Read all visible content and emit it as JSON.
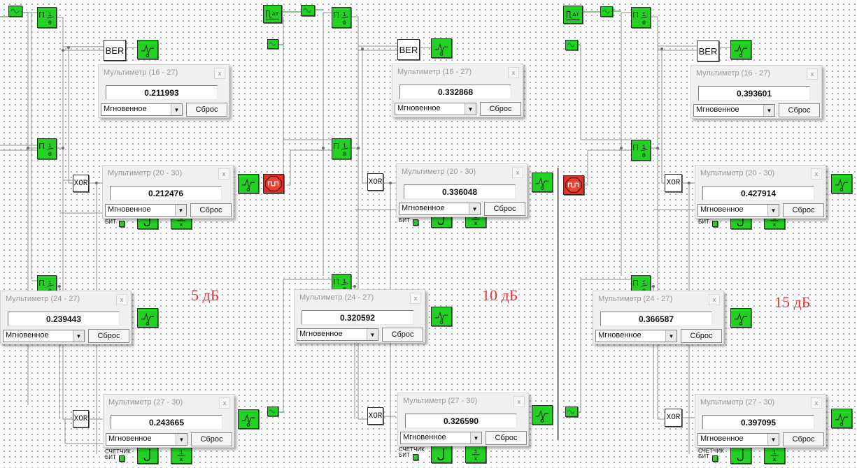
{
  "block_labels": {
    "ber": "BER",
    "xor": "XOR",
    "counter_top": "СЧЕТЧИК",
    "counter_bottom": "БИТ",
    "converter": "1/0"
  },
  "multimeters": [
    {
      "title": "Мультиметр (16 - 27)",
      "value": "0.211993",
      "mode": "Мгновенное",
      "reset": "Сброс",
      "close": "x"
    },
    {
      "title": "Мультиметр (20 - 30)",
      "value": "0.212476",
      "mode": "Мгновенное",
      "reset": "Сброс",
      "close": "x"
    },
    {
      "title": "Мультиметр (24 - 27)",
      "value": "0.239443",
      "mode": "Мгновенное",
      "reset": "Сброс",
      "close": "x"
    },
    {
      "title": "Мультиметр (27 - 30)",
      "value": "0.243665",
      "mode": "Мгновенное",
      "reset": "Сброс",
      "close": "x"
    },
    {
      "title": "Мультиметр (16 - 27)",
      "value": "0.332868",
      "mode": "Мгновенное",
      "reset": "Сброс",
      "close": "x"
    },
    {
      "title": "Мультиметр (20 - 30)",
      "value": "0.336048",
      "mode": "Мгновенное",
      "reset": "Сброс",
      "close": "x"
    },
    {
      "title": "Мультиметр (24 - 27)",
      "value": "0.320592",
      "mode": "Мгновенное",
      "reset": "Сброс",
      "close": "x"
    },
    {
      "title": "Мультиметр (27 - 30)",
      "value": "0.326590",
      "mode": "Мгновенное",
      "reset": "Сброс",
      "close": "x"
    },
    {
      "title": "Мультиметр (16 - 27)",
      "value": "0.393601",
      "mode": "Мгновенное",
      "reset": "Сброс",
      "close": "x"
    },
    {
      "title": "Мультиметр (20 - 30)",
      "value": "0.427914",
      "mode": "Мгновенное",
      "reset": "Сброс",
      "close": "x"
    },
    {
      "title": "Мультиметр (24 - 27)",
      "value": "0.366587",
      "mode": "Мгновенное",
      "reset": "Сброс",
      "close": "x"
    },
    {
      "title": "Мультиметр (27 - 30)",
      "value": "0.397095",
      "mode": "Мгновенное",
      "reset": "Сброс",
      "close": "x"
    }
  ],
  "snr_labels": [
    "5 дБ",
    "10 дБ",
    "15 дБ"
  ],
  "icons": {
    "source": "sine-source-icon",
    "generator": "signal-generator-icon",
    "converter": "analog-digital-converter-icon",
    "scope": "oscilloscope-icon",
    "noise": "noise-source-icon",
    "integrator": "integrator-icon",
    "divider": "divider-icon"
  },
  "colors": {
    "block_green": "#22d122",
    "noise_red": "#e0302a",
    "wire_gray": "#909090",
    "wire_green": "#1e8c1e",
    "snr_label_red": "#e8323a"
  }
}
